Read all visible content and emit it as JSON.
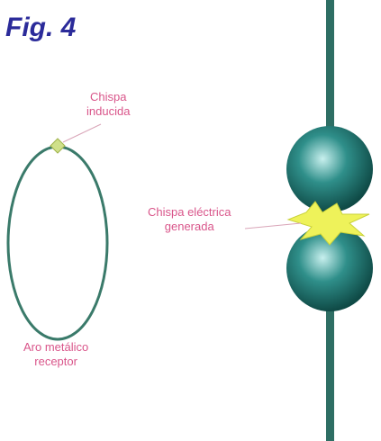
{
  "figure": {
    "title": "Fig. 4"
  },
  "labels": {
    "induced_spark": {
      "line1": "Chispa",
      "line2": "inducida"
    },
    "generated_spark": {
      "line1": "Chispa eléctrica",
      "line2": "generada"
    },
    "receiver_ring": {
      "line1": "Aro metálico",
      "line2": "receptor"
    }
  },
  "colors": {
    "title": "#2b2b9a",
    "label_text": "#d9558a",
    "ring_stroke": "#3a7a6a",
    "rod": "#2e6e64",
    "sphere_light": "#c8f0ee",
    "sphere_mid": "#2f8f8a",
    "sphere_dark": "#0f4a46",
    "spark_fill": "#eef25a",
    "spark_stroke": "#c9d23a",
    "leader_line": "#d9a5b8"
  }
}
